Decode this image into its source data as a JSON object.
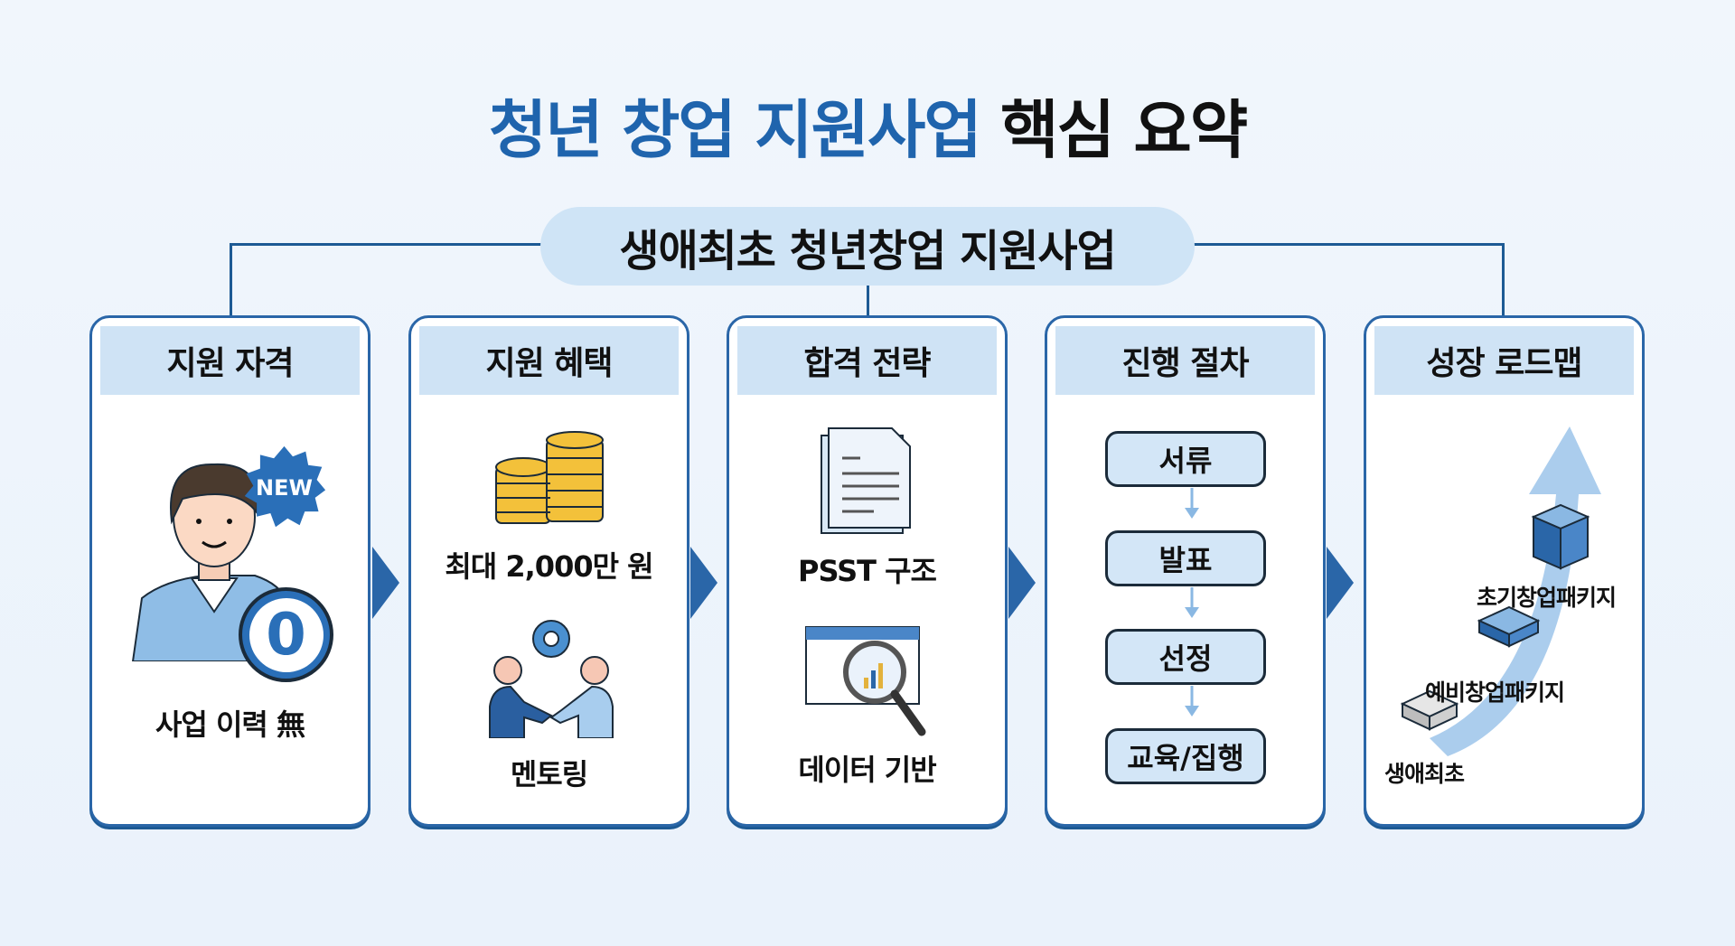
{
  "title": {
    "blue": "청년 창업 지원사업",
    "black": "핵심 요약"
  },
  "root": "생애최초 청년창업 지원사업",
  "cards": [
    {
      "header": "지원 자격",
      "badge": "NEW",
      "zero": "0",
      "label": "사업 이력 無"
    },
    {
      "header": "지원 혜택",
      "label1": "최대 2,000만 원",
      "label2": "멘토링"
    },
    {
      "header": "합격 전략",
      "label1": "PSST 구조",
      "label2": "데이터 기반"
    },
    {
      "header": "진행 절차",
      "steps": [
        "서류",
        "발표",
        "선정",
        "교육/집행"
      ]
    },
    {
      "header": "성장 로드맵",
      "stages": [
        "생애최초",
        "예비창업패키지",
        "초기창업패키지"
      ]
    }
  ],
  "colors": {
    "accent": "#1f64ad",
    "header_bg": "#cfe3f5",
    "border": "#2a66a8"
  }
}
